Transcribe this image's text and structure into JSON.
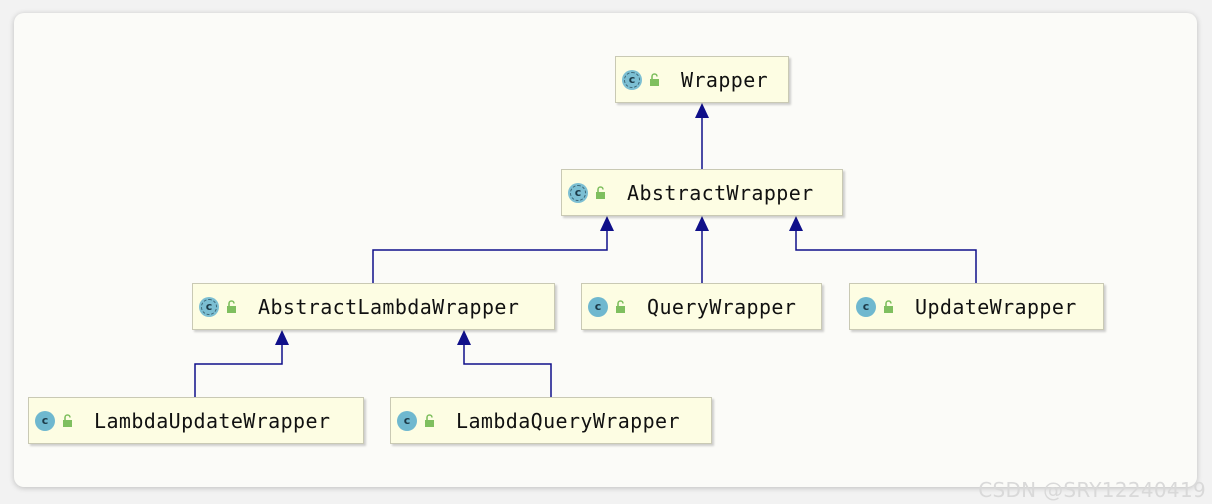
{
  "diagram": {
    "nodes": [
      {
        "id": "wrapper",
        "label": "Wrapper",
        "icon": "abstract-class-icon"
      },
      {
        "id": "abstract-wrapper",
        "label": "AbstractWrapper",
        "icon": "abstract-class-icon"
      },
      {
        "id": "abstract-lambda-wrapper",
        "label": "AbstractLambdaWrapper",
        "icon": "abstract-class-icon"
      },
      {
        "id": "query-wrapper",
        "label": "QueryWrapper",
        "icon": "class-icon"
      },
      {
        "id": "update-wrapper",
        "label": "UpdateWrapper",
        "icon": "class-icon"
      },
      {
        "id": "lambda-update-wrapper",
        "label": "LambdaUpdateWrapper",
        "icon": "class-icon"
      },
      {
        "id": "lambda-query-wrapper",
        "label": "LambdaQueryWrapper",
        "icon": "class-icon"
      }
    ],
    "edges": [
      {
        "from": "abstract-wrapper",
        "to": "wrapper",
        "type": "extends"
      },
      {
        "from": "abstract-lambda-wrapper",
        "to": "abstract-wrapper",
        "type": "extends"
      },
      {
        "from": "query-wrapper",
        "to": "abstract-wrapper",
        "type": "extends"
      },
      {
        "from": "update-wrapper",
        "to": "abstract-wrapper",
        "type": "extends"
      },
      {
        "from": "lambda-update-wrapper",
        "to": "abstract-lambda-wrapper",
        "type": "extends"
      },
      {
        "from": "lambda-query-wrapper",
        "to": "abstract-lambda-wrapper",
        "type": "extends"
      }
    ],
    "class_icon_letter": "c",
    "colors": {
      "edge": "#10108a",
      "node_fill": "#fdfde3",
      "class_icon": "#6fb8cf",
      "lock_icon": "#7fbf5f"
    }
  },
  "watermark": "CSDN @SRY12240419"
}
